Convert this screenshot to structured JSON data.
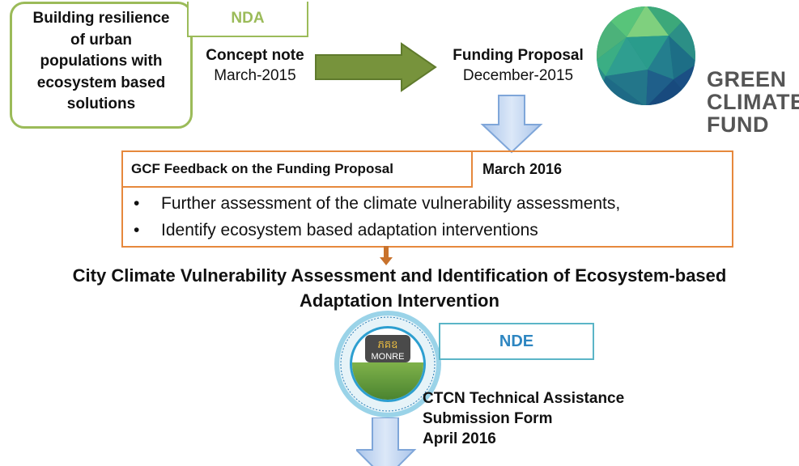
{
  "project": {
    "lines": [
      "Building resilience",
      "of urban",
      "populations with",
      "ecosystem based",
      "solutions"
    ]
  },
  "nda": {
    "label": "NDA"
  },
  "concept_note": {
    "title": "Concept note",
    "date": "March-2015"
  },
  "funding_proposal": {
    "title": "Funding Proposal",
    "date": "December-2015"
  },
  "gcf_logo": {
    "lines": [
      "GREEN",
      "CLIMATE",
      "FUND"
    ]
  },
  "feedback": {
    "title": "GCF Feedback on the Funding Proposal",
    "date": "March 2016",
    "bullet_symbol": "•",
    "bullets": [
      "Further assessment of the  climate vulnerability assessments,",
      "Identify ecosystem based adaptation interventions"
    ]
  },
  "assessment": {
    "lines": [
      "City Climate Vulnerability Assessment and Identification of Ecosystem-based",
      "Adaptation Intervention"
    ]
  },
  "monre_logo": {
    "khmer": "ភគឧ",
    "label": "MONRE"
  },
  "nde": {
    "label": "NDE"
  },
  "ctcn": {
    "lines": [
      "CTCN Technical Assistance",
      "Submission Form",
      "April 2016"
    ]
  },
  "colors": {
    "green_accent": "#9bbb59",
    "arrow_green": "#77933c",
    "orange_border": "#e6883c",
    "blue_arrow": "#c5d9f1",
    "nde_border": "#5bb5c7",
    "nde_text": "#2e86c1",
    "gcf_text": "#555555"
  }
}
